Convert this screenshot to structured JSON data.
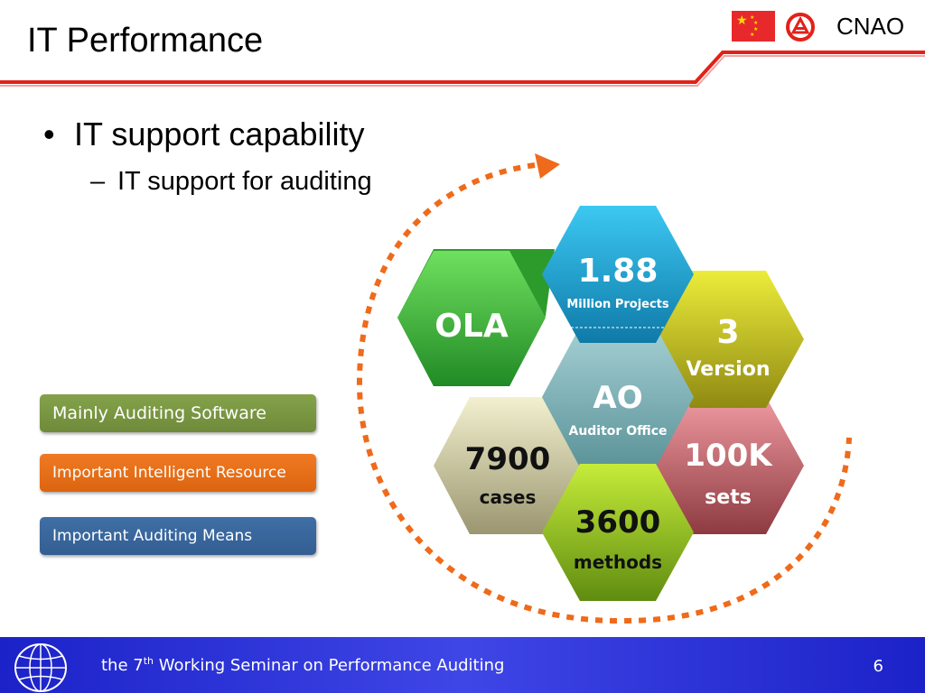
{
  "header": {
    "title": "IT Performance",
    "org": "CNAO",
    "flag_icon": "china-flag-icon",
    "logo_icon": "cnao-emblem-icon",
    "accent_color": "#e32119"
  },
  "bullets": {
    "level1": "IT support capability",
    "level2": "IT support for auditing"
  },
  "tags": {
    "software": "Mainly Auditing Software",
    "resource": "Important Intelligent Resource",
    "means": "Important Auditing Means"
  },
  "hexagons": {
    "projects": {
      "value": "1.88",
      "label": "Million Projects",
      "color": "#1b9fd0"
    },
    "ola": {
      "value": "OLA",
      "color": "#3fb63a"
    },
    "version": {
      "value": "3",
      "label": "Version",
      "color": "#c8c21c"
    },
    "ao": {
      "value": "AO",
      "label": "Auditor Office",
      "color": "#6fa8ad"
    },
    "cases": {
      "value": "7900",
      "label": "cases",
      "color": "#c9c59a"
    },
    "sets": {
      "value": "100K",
      "label": "sets",
      "color": "#b85a60"
    },
    "methods": {
      "value": "3600",
      "label": "methods",
      "color": "#98c226"
    }
  },
  "footer": {
    "prefix": "the 7",
    "sup": "th",
    "suffix": " Working Seminar on Performance Auditing",
    "page": "6",
    "globe_icon": "globe-icon"
  }
}
